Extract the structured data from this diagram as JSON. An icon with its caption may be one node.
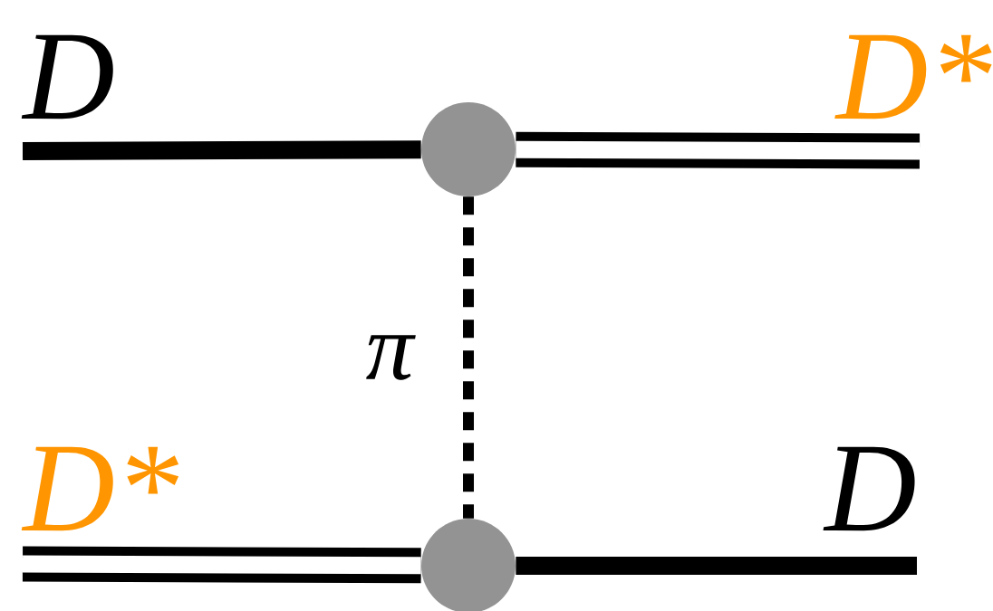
{
  "diagram": {
    "nodes": [
      {
        "text": [],
        "shape": "circle"
      },
      {
        "text": [],
        "shape": "circle"
      }
    ],
    "edges": [
      {
        "from": null,
        "to": 0,
        "arrow": "none",
        "label": "D"
      },
      {
        "from": 0,
        "to": null,
        "arrow": "none",
        "label": "D*",
        "style": "thick"
      },
      {
        "from": 0,
        "to": 1,
        "arrow": "none",
        "label": "π",
        "style": "dashed"
      },
      {
        "from": null,
        "to": 1,
        "arrow": "none",
        "label": "D*",
        "style": "thick"
      },
      {
        "from": 1,
        "to": null,
        "arrow": "none",
        "label": "D"
      }
    ]
  }
}
